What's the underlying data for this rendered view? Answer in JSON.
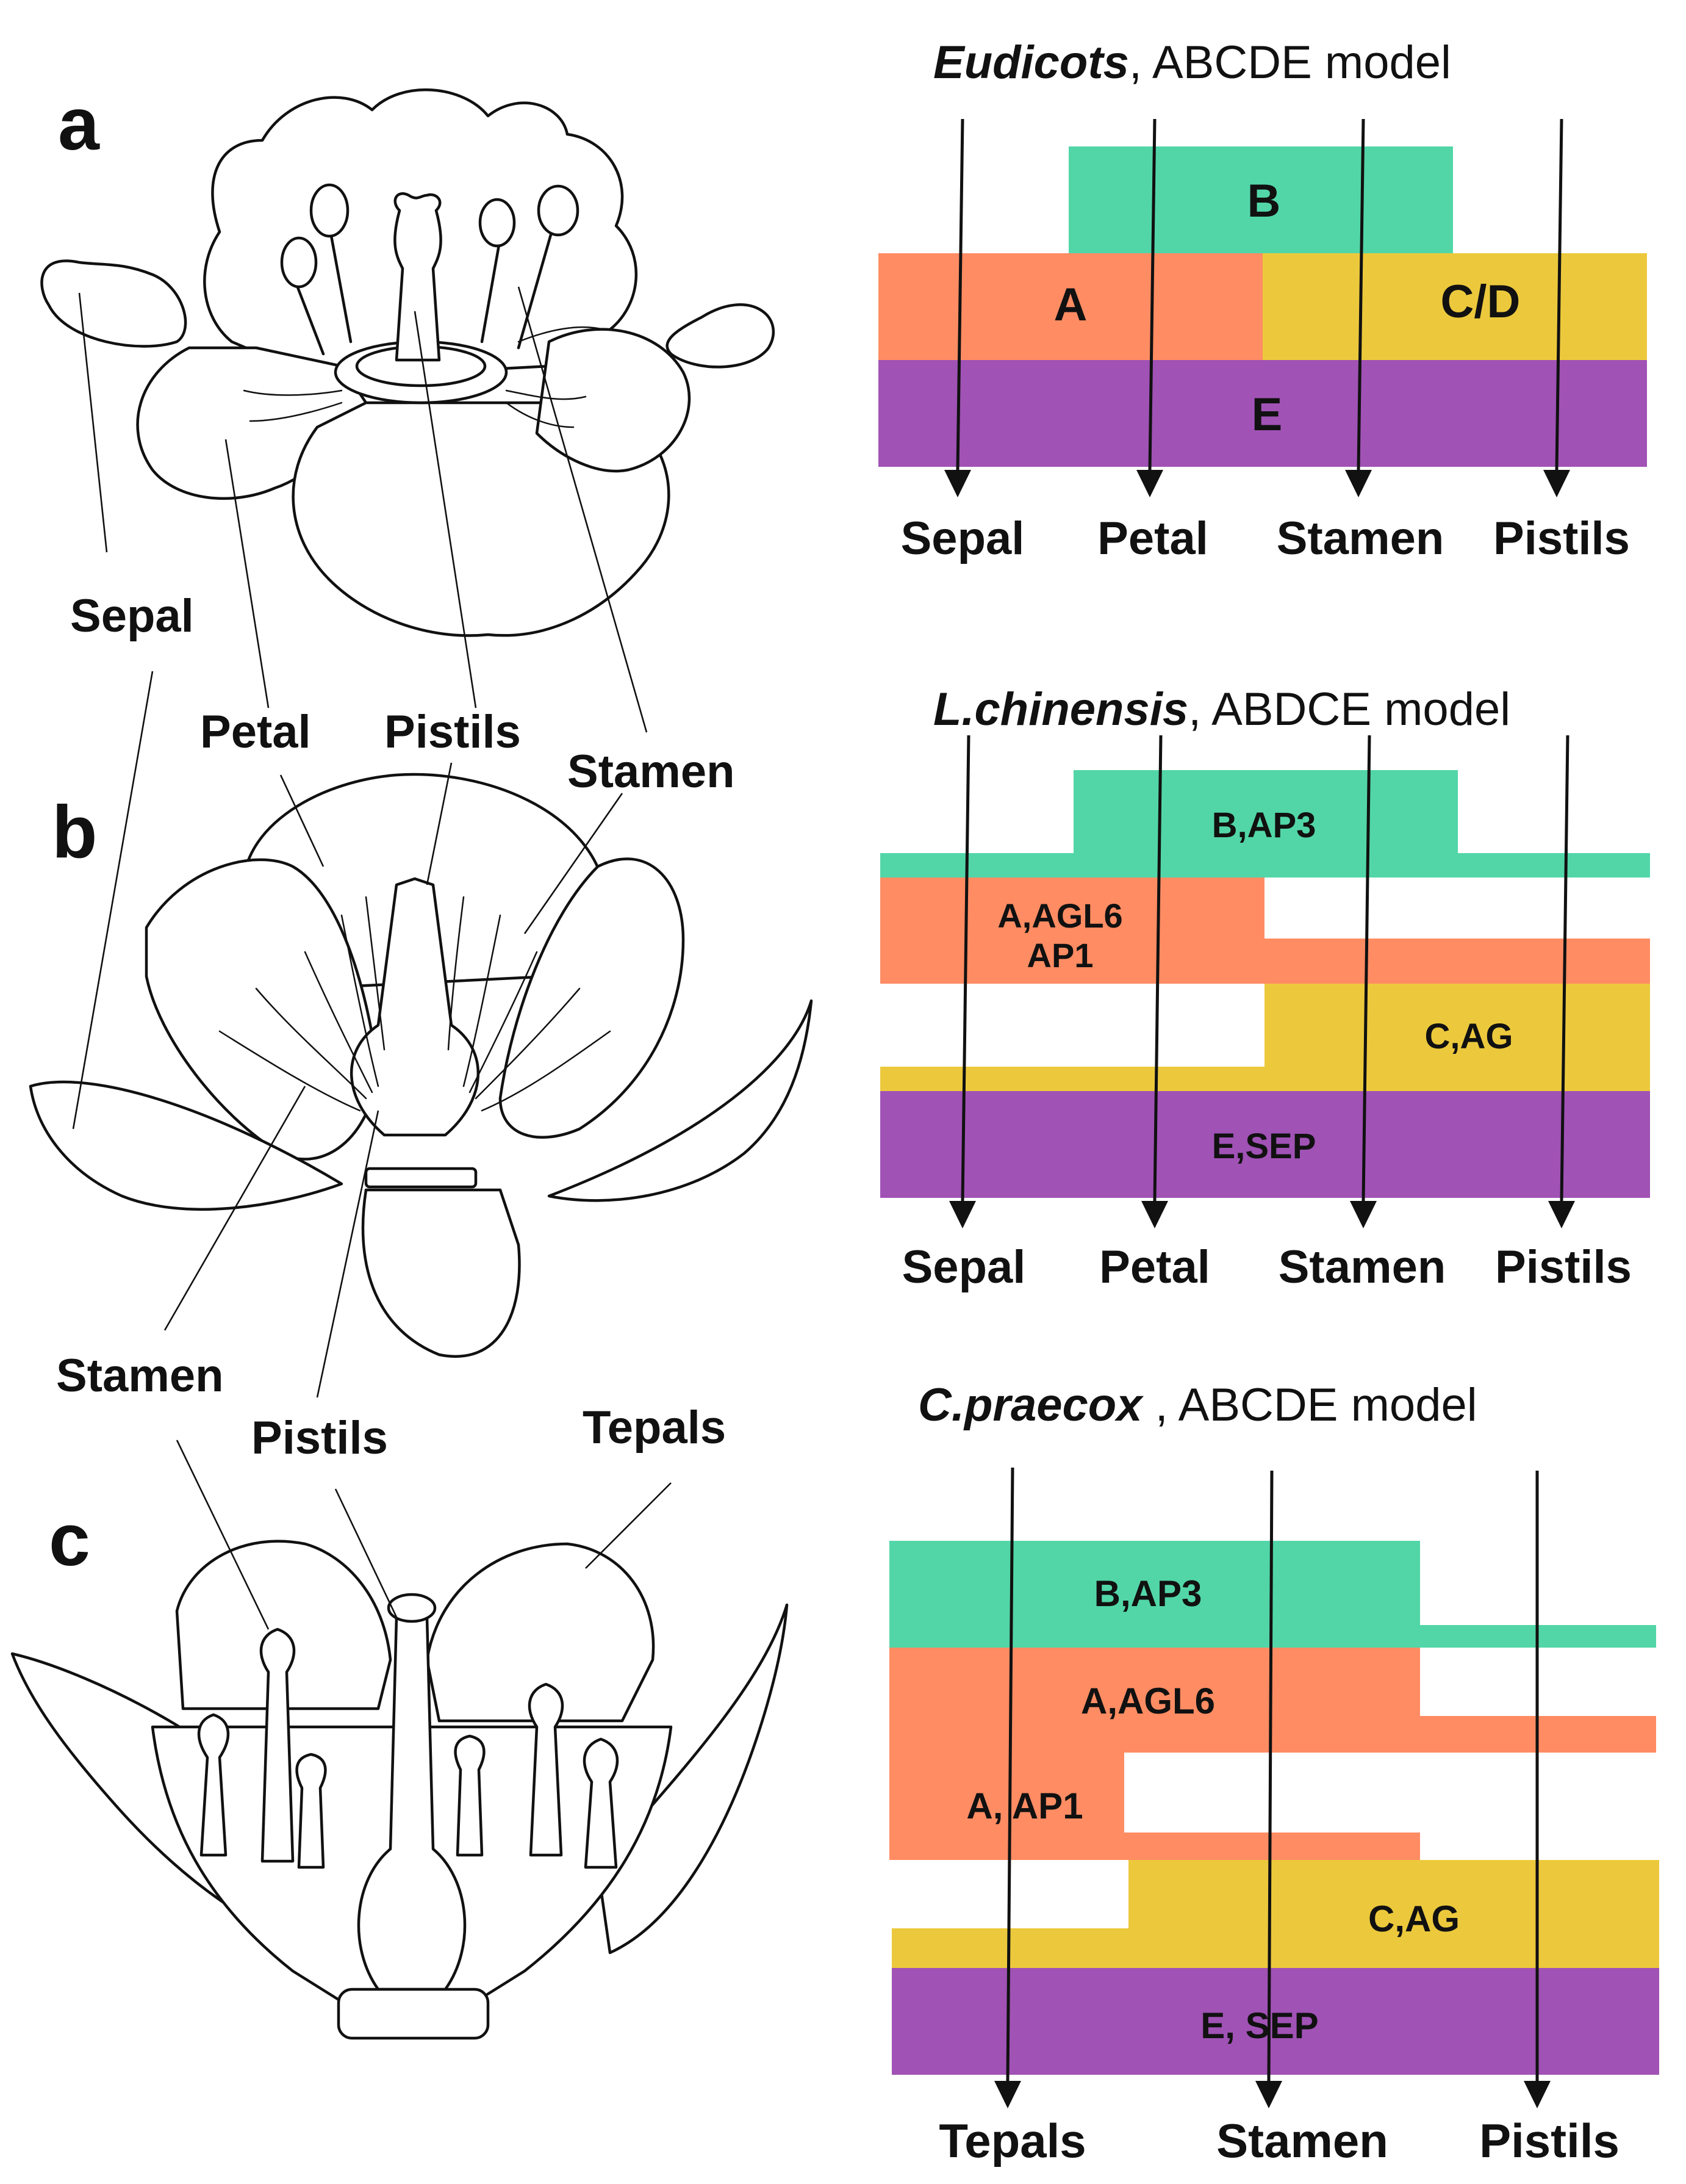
{
  "panels": {
    "a": {
      "letter": "a",
      "labels": {
        "sepal": "Sepal",
        "petal": "Petal",
        "pistils": "Pistils",
        "stamen": "Stamen"
      }
    },
    "b": {
      "letter": "b",
      "labels": {
        "stamen": "Stamen",
        "pistils": "Pistils",
        "tepals": "Tepals"
      }
    },
    "c": {
      "letter": "c"
    }
  },
  "models": [
    {
      "title_italic": "Eudicots",
      "title_rest": ", ABCDE model",
      "organs": [
        "Sepal",
        "Petal",
        "Stamen",
        "Pistils"
      ],
      "bands": [
        {
          "label": "B",
          "color": "#52D6A8"
        },
        {
          "label": "A",
          "color": "#FF8C63"
        },
        {
          "label": "C/D",
          "color": "#ECC93C"
        },
        {
          "label": "E",
          "color": "#A052B5"
        }
      ]
    },
    {
      "title_italic": "L.chinensis",
      "title_rest": ", ABDCE model",
      "organs": [
        "Sepal",
        "Petal",
        "Stamen",
        "Pistils"
      ],
      "bands": [
        {
          "label": "B,AP3",
          "color": "#52D6A8"
        },
        {
          "label": "A,AGL6",
          "label2": "AP1",
          "color": "#FF8C63"
        },
        {
          "label": "C,AG",
          "color": "#ECC93C"
        },
        {
          "label": "E,SEP",
          "color": "#A052B5"
        }
      ]
    },
    {
      "title_italic": "C.praecox",
      "title_rest": " , ABCDE model",
      "organs": [
        "Tepals",
        "Stamen",
        "Pistils"
      ],
      "bands": [
        {
          "label": "B,AP3",
          "color": "#52D6A8"
        },
        {
          "label": "A,AGL6",
          "color": "#FF8C63"
        },
        {
          "label": "A, AP1",
          "color": "#FF8C63"
        },
        {
          "label": "C,AG",
          "color": "#ECC93C"
        },
        {
          "label": "E, SEP",
          "color": "#A052B5"
        }
      ]
    }
  ]
}
